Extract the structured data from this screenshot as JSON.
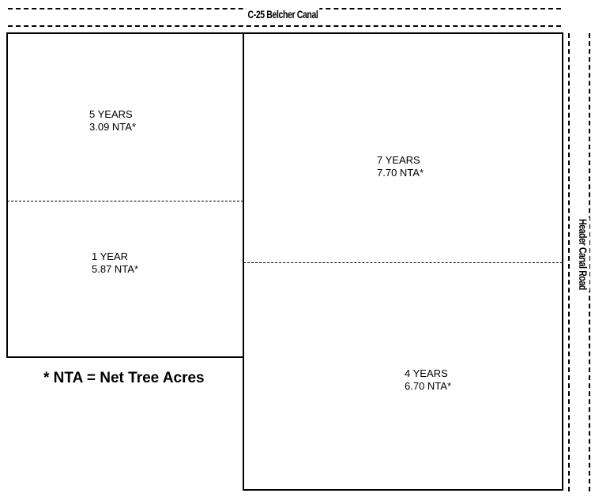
{
  "map": {
    "canal_name": "C-25 Belcher Canal",
    "road_name": "Header Canal Road",
    "legend": "* NTA = Net Tree Acres"
  },
  "blocks": {
    "top_left": {
      "years": "5 YEARS",
      "acres": "3.09 NTA*"
    },
    "bottom_left": {
      "years": "1 YEAR",
      "acres": "5.87 NTA*"
    },
    "top_right": {
      "years": "7 YEARS",
      "acres": "7.70 NTA*"
    },
    "bottom_right": {
      "years": "4 YEARS",
      "acres": "6.70 NTA*"
    }
  }
}
